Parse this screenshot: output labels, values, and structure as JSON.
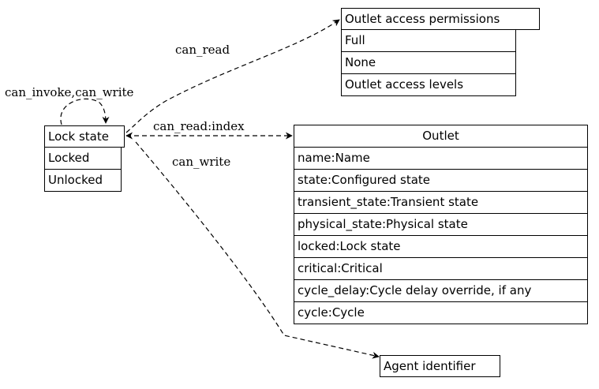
{
  "nodes": {
    "lock_state": {
      "title": "Lock state",
      "rows": [
        "Locked",
        "Unlocked"
      ]
    },
    "outlet_access_permissions": {
      "title": "Outlet access permissions",
      "rows": [
        "Full",
        "None",
        "Outlet access levels"
      ]
    },
    "outlet": {
      "title": "Outlet",
      "rows": [
        "name:Name",
        "state:Configured state",
        "transient_state:Transient state",
        "physical_state:Physical state",
        "locked:Lock state",
        "critical:Critical",
        "cycle_delay:Cycle delay override, if any",
        "cycle:Cycle"
      ]
    },
    "agent_identifier": {
      "title": "Agent identifier"
    }
  },
  "edges": {
    "self_loop": "can_invoke,can_write",
    "to_permissions": "can_read",
    "to_outlet": "can_read:index",
    "to_agent": "can_write"
  }
}
